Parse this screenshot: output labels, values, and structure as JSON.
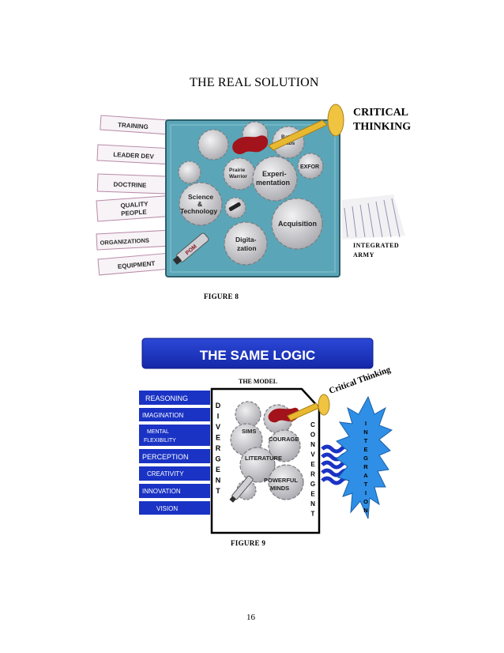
{
  "page": {
    "title": "THE REAL SOLUTION",
    "page_number": "16"
  },
  "figure8": {
    "caption": "FIGURE 8",
    "left_labels": [
      "TRAINING",
      "LEADER DEV",
      "DOCTRINE",
      "QUALITY",
      "PEOPLE",
      "ORGANIZATIONS",
      "EQUIPMENT"
    ],
    "gears": [
      "Battle Labs",
      "Prairie Warrior",
      "Experi-",
      "mentation",
      "EXFOR",
      "Science",
      "&",
      "Technology",
      "Acquisition",
      "Digita-",
      "zation",
      "POM"
    ],
    "funnel_label_line1": "CRITICAL",
    "funnel_label_line2": "THINKING",
    "output_label_line1": "INTEGRATED",
    "output_label_line2": "ARMY"
  },
  "figure9": {
    "caption": "FIGURE 9",
    "banner": "THE SAME LOGIC",
    "model_label": "THE MODEL",
    "funnel_label": "Critical Thinking",
    "left_labels": [
      "REASONING",
      "IMAGINATION",
      "MENTAL",
      "FLEXIBILITY",
      "PERCEPTION",
      "CREATIVITY",
      "INNOVATION",
      "VISION"
    ],
    "divergent_letters": [
      "D",
      "I",
      "V",
      "E",
      "R",
      "G",
      "E",
      "N",
      "T"
    ],
    "convergent_letters": [
      "C",
      "O",
      "N",
      "V",
      "E",
      "R",
      "G",
      "E",
      "N",
      "T"
    ],
    "integration_letters": [
      "I",
      "N",
      "T",
      "E",
      "G",
      "R",
      "A",
      "T",
      "I",
      "O",
      "N"
    ],
    "gears": [
      "SIMS",
      "COURAGE",
      "LITERATURE",
      "POWERFUL",
      "MINDS"
    ]
  },
  "colors": {
    "fig8_panel": "#5aa6b8",
    "fig9_blue": "#1a33c4",
    "burst": "#2f8fe6",
    "gear": "#d2d2d6",
    "funnel": "#e8b830",
    "blood": "#a3131b"
  }
}
